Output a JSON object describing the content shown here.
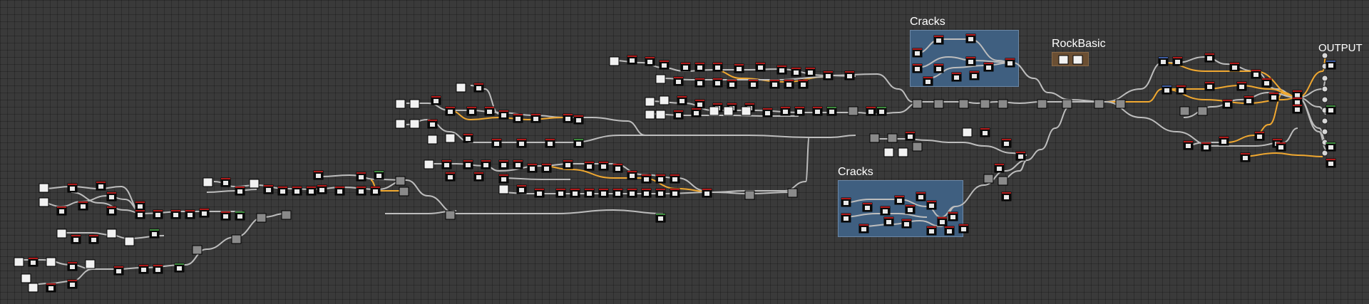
{
  "graph": {
    "frames": [
      {
        "id": "cracks-top",
        "title": "Cracks"
      },
      {
        "id": "rockbasic",
        "title": "RockBasic"
      },
      {
        "id": "cracks-bottom",
        "title": "Cracks"
      }
    ],
    "output_label": "OUTPUT",
    "colors": {
      "background": "#3a3a3a",
      "wire": "#bdbdbd",
      "wire_highlight": "#f0a830",
      "node_body": "#0c0c0c",
      "node_header": "#b01818",
      "frame_blue": "#3f5f80",
      "frame_brown": "#6b4f33"
    }
  }
}
